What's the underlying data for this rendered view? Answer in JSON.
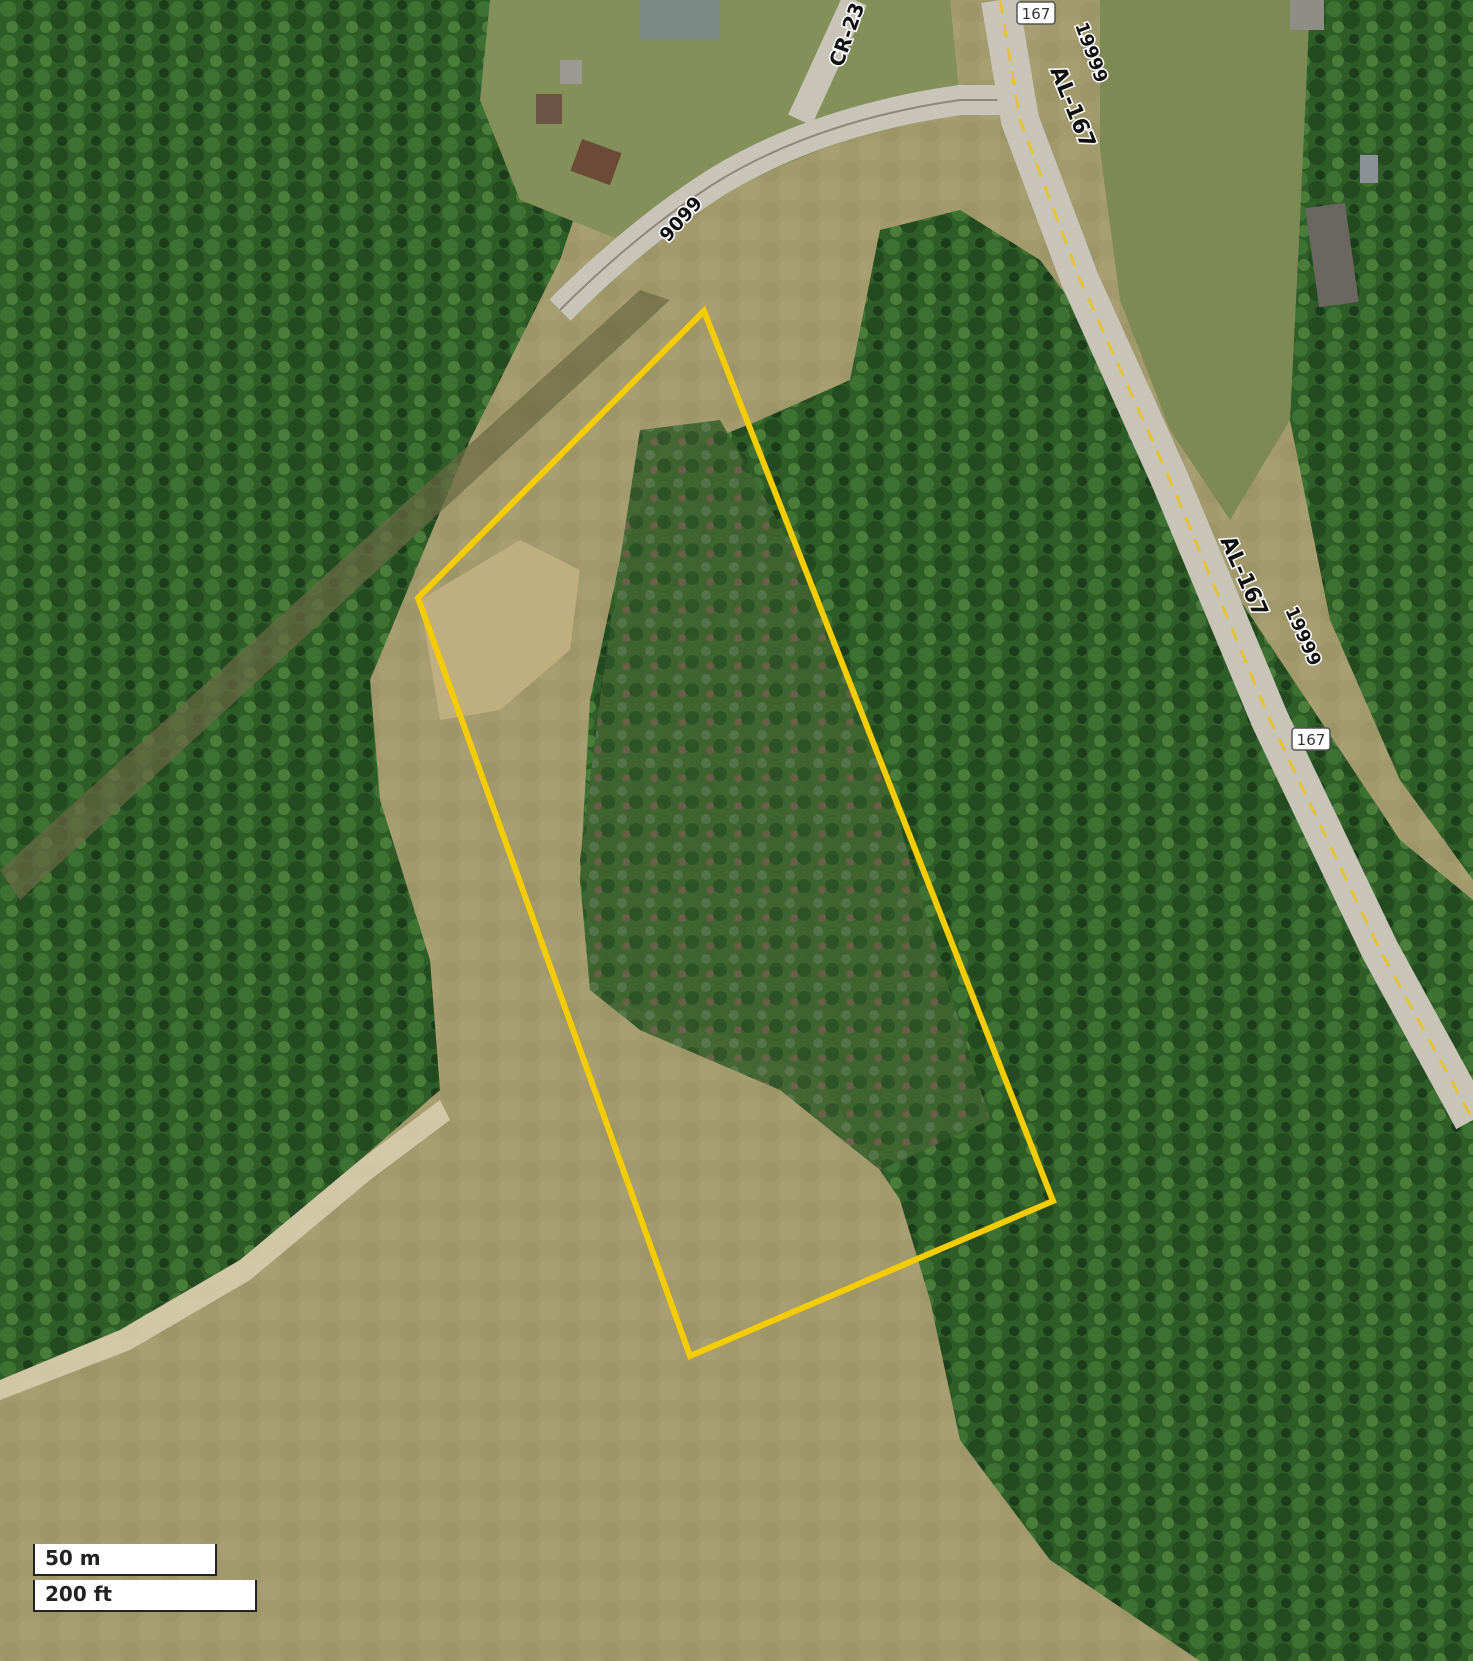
{
  "colors": {
    "boundary": "#f5cc00",
    "forest_dark": "#1f4a1e",
    "forest": "#35652c",
    "field": "#a2986a",
    "road": "#c8c4b8",
    "road_centerline": "#e3c23a"
  },
  "labels": {
    "county_road": "CR-23",
    "route_9099": "9099",
    "highway_upper": "AL-167",
    "highway_lower": "AL-167",
    "address_upper": "19999",
    "address_lower": "19999",
    "shield_top": "167",
    "shield_mid": "167"
  },
  "scale": {
    "metric": "50 m",
    "imperial": "200 ft"
  }
}
